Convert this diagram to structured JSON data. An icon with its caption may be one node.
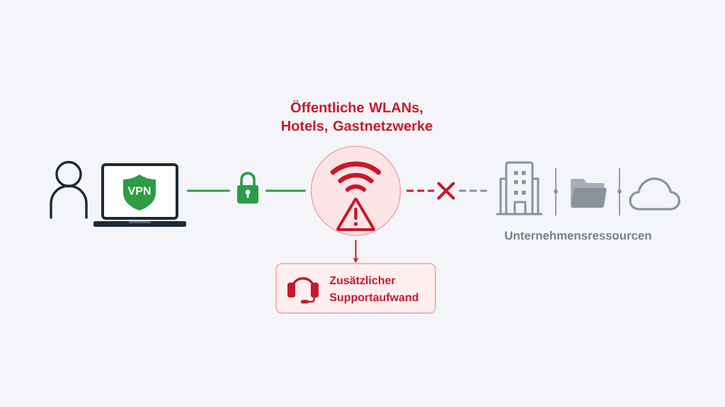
{
  "diagram": {
    "nodes": [
      {
        "text": [],
        "shape": "person"
      },
      {
        "text": [],
        "shape": "laptop"
      },
      {
        "text": [
          "VPN"
        ],
        "in": 1
      },
      {
        "text": [],
        "shape": "lock"
      },
      {
        "text": [
          "Öffentliche WLANs, Hotels, Gastnetzwerke"
        ]
      },
      {
        "text": [],
        "shape": "cross"
      },
      {
        "text": [
          "Unternehmensressourcen"
        ]
      },
      {
        "text": [
          "Zusätzlicher Supportaufwand"
        ]
      }
    ],
    "edges": [
      {
        "from": 1,
        "to": 3,
        "arrow": "none",
        "color": "#2e9b45"
      },
      {
        "from": 3,
        "to": 4,
        "arrow": "none",
        "color": "#2e9b45"
      },
      {
        "from": 4,
        "to": 5,
        "arrow": "none",
        "style": "dashed",
        "color": "#c8192b"
      },
      {
        "from": 5,
        "to": 6,
        "arrow": "none",
        "style": "dashed",
        "color": "#8a929b"
      },
      {
        "from": 4,
        "to": 7,
        "arrow": "to",
        "color": "#c8192b"
      }
    ]
  }
}
